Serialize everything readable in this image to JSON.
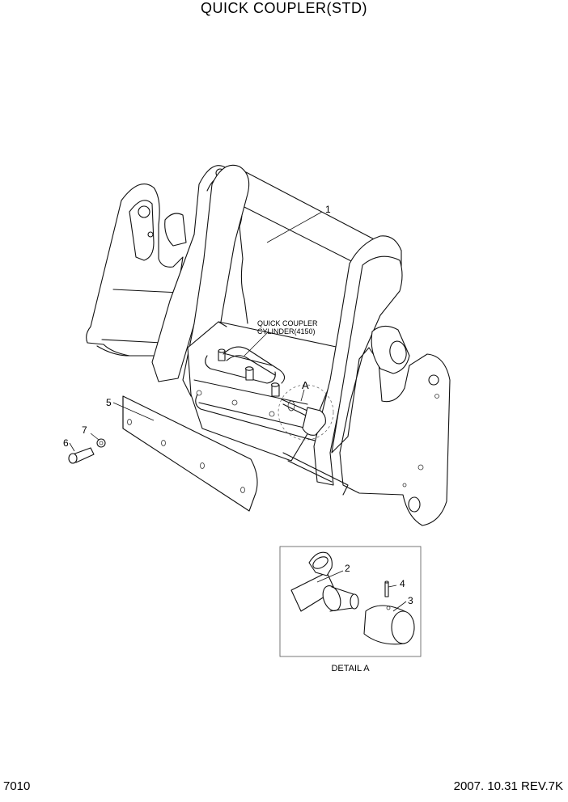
{
  "title": "QUICK COUPLER(STD)",
  "page_number": "7010",
  "revision": "2007. 10.31  REV.7K",
  "callouts": {
    "c1": "1",
    "c2": "2",
    "c3": "3",
    "c4": "4",
    "c5": "5",
    "c6": "6",
    "c7": "7",
    "detail_ref": "A"
  },
  "cylinder_note": {
    "line1": "QUICK COUPLER",
    "line2": "CYLINDER(4150)"
  },
  "detail_caption": "DETAIL A"
}
